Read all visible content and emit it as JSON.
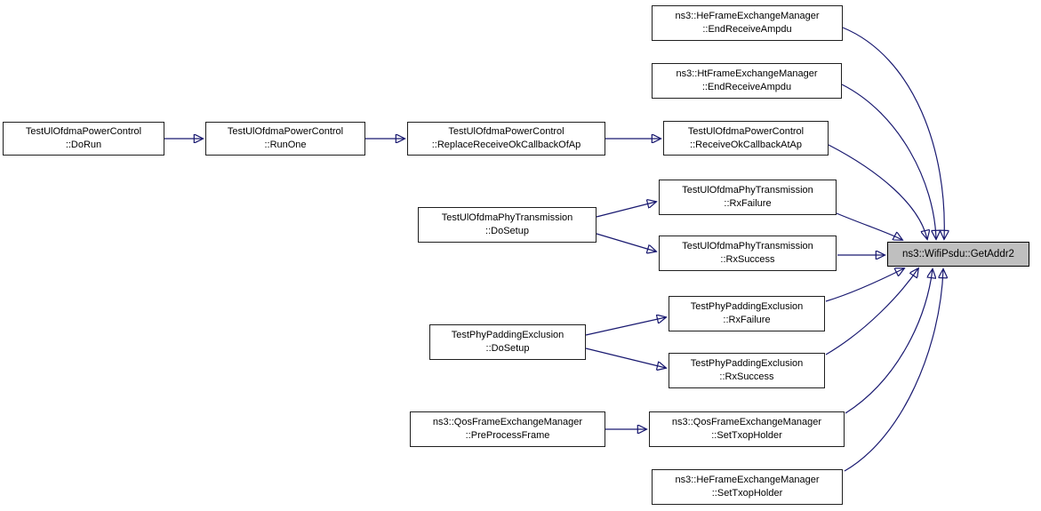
{
  "diagram": {
    "kind": "doxygen-call-graph",
    "target_function": "ns3::WifiPsdu::GetAddr2",
    "colors": {
      "background": "#ffffff",
      "edge": "#191970",
      "node_fill": "#ffffff",
      "node_border": "#1f1f1f",
      "highlight_fill": "#bfbfbf",
      "text": "#000000"
    },
    "nodes": [
      {
        "id": "heEndReceiveAmpdu",
        "line1": "ns3::HeFrameExchangeManager",
        "line2": "::EndReceiveAmpdu",
        "highlighted": false
      },
      {
        "id": "htEndReceiveAmpdu",
        "line1": "ns3::HtFrameExchangeManager",
        "line2": "::EndReceiveAmpdu",
        "highlighted": false
      },
      {
        "id": "doRun",
        "line1": "TestUlOfdmaPowerControl",
        "line2": "::DoRun",
        "highlighted": false
      },
      {
        "id": "runOne",
        "line1": "TestUlOfdmaPowerControl",
        "line2": "::RunOne",
        "highlighted": false
      },
      {
        "id": "replaceReceiveOkCallbackOfAp",
        "line1": "TestUlOfdmaPowerControl",
        "line2": "::ReplaceReceiveOkCallbackOfAp",
        "highlighted": false
      },
      {
        "id": "receiveOkCallbackAtAp",
        "line1": "TestUlOfdmaPowerControl",
        "line2": "::ReceiveOkCallbackAtAp",
        "highlighted": false
      },
      {
        "id": "phyRxFailure",
        "line1": "TestUlOfdmaPhyTransmission",
        "line2": "::RxFailure",
        "highlighted": false
      },
      {
        "id": "phyDoSetup",
        "line1": "TestUlOfdmaPhyTransmission",
        "line2": "::DoSetup",
        "highlighted": false
      },
      {
        "id": "phyRxSuccess",
        "line1": "TestUlOfdmaPhyTransmission",
        "line2": "::RxSuccess",
        "highlighted": false
      },
      {
        "id": "padRxFailure",
        "line1": "TestPhyPaddingExclusion",
        "line2": "::RxFailure",
        "highlighted": false
      },
      {
        "id": "padDoSetup",
        "line1": "TestPhyPaddingExclusion",
        "line2": "::DoSetup",
        "highlighted": false
      },
      {
        "id": "padRxSuccess",
        "line1": "TestPhyPaddingExclusion",
        "line2": "::RxSuccess",
        "highlighted": false
      },
      {
        "id": "qosPreProcessFrame",
        "line1": "ns3::QosFrameExchangeManager",
        "line2": "::PreProcessFrame",
        "highlighted": false
      },
      {
        "id": "qosSetTxopHolder",
        "line1": "ns3::QosFrameExchangeManager",
        "line2": "::SetTxopHolder",
        "highlighted": false
      },
      {
        "id": "heSetTxopHolder",
        "line1": "ns3::HeFrameExchangeManager",
        "line2": "::SetTxopHolder",
        "highlighted": false
      },
      {
        "id": "getAddr2",
        "line1": "ns3::WifiPsdu::GetAddr2",
        "line2": "",
        "highlighted": true
      }
    ],
    "edges": [
      {
        "from": "doRun",
        "to": "runOne"
      },
      {
        "from": "runOne",
        "to": "replaceReceiveOkCallbackOfAp"
      },
      {
        "from": "replaceReceiveOkCallbackOfAp",
        "to": "receiveOkCallbackAtAp"
      },
      {
        "from": "receiveOkCallbackAtAp",
        "to": "getAddr2"
      },
      {
        "from": "heEndReceiveAmpdu",
        "to": "getAddr2"
      },
      {
        "from": "htEndReceiveAmpdu",
        "to": "getAddr2"
      },
      {
        "from": "phyDoSetup",
        "to": "phyRxFailure"
      },
      {
        "from": "phyDoSetup",
        "to": "phyRxSuccess"
      },
      {
        "from": "phyRxFailure",
        "to": "getAddr2"
      },
      {
        "from": "phyRxSuccess",
        "to": "getAddr2"
      },
      {
        "from": "padDoSetup",
        "to": "padRxFailure"
      },
      {
        "from": "padDoSetup",
        "to": "padRxSuccess"
      },
      {
        "from": "padRxFailure",
        "to": "getAddr2"
      },
      {
        "from": "padRxSuccess",
        "to": "getAddr2"
      },
      {
        "from": "qosPreProcessFrame",
        "to": "qosSetTxopHolder"
      },
      {
        "from": "qosSetTxopHolder",
        "to": "getAddr2"
      },
      {
        "from": "heSetTxopHolder",
        "to": "getAddr2"
      }
    ]
  }
}
